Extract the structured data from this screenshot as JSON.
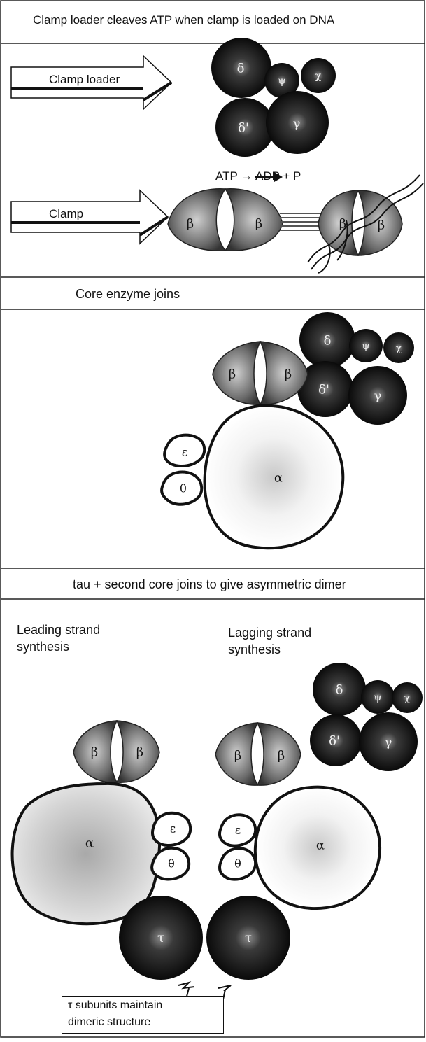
{
  "panel1": {
    "title": "Clamp loader cleaves ATP when clamp is loaded on DNA",
    "clamp_loader_label": "Clamp loader",
    "clamp_label": "Clamp",
    "reaction": "ATP → ADP + P",
    "beta": "β",
    "delta": "δ",
    "delta_prime": "δ'",
    "gamma": "γ",
    "chi": "χ",
    "psi": "ψ"
  },
  "panel2": {
    "title": "Core enzyme joins",
    "alpha": "α",
    "epsilon": "ε",
    "theta": "θ"
  },
  "panel3": {
    "title": "tau + second core joins to give asymmetric dimer",
    "leading_line1": "Leading strand",
    "leading_line2": "synthesis",
    "lagging_line1": "Lagging strand",
    "lagging_line2": "synthesis",
    "tau": "τ",
    "caption_line1": "τ subunits maintain",
    "caption_line2": "dimeric structure"
  }
}
